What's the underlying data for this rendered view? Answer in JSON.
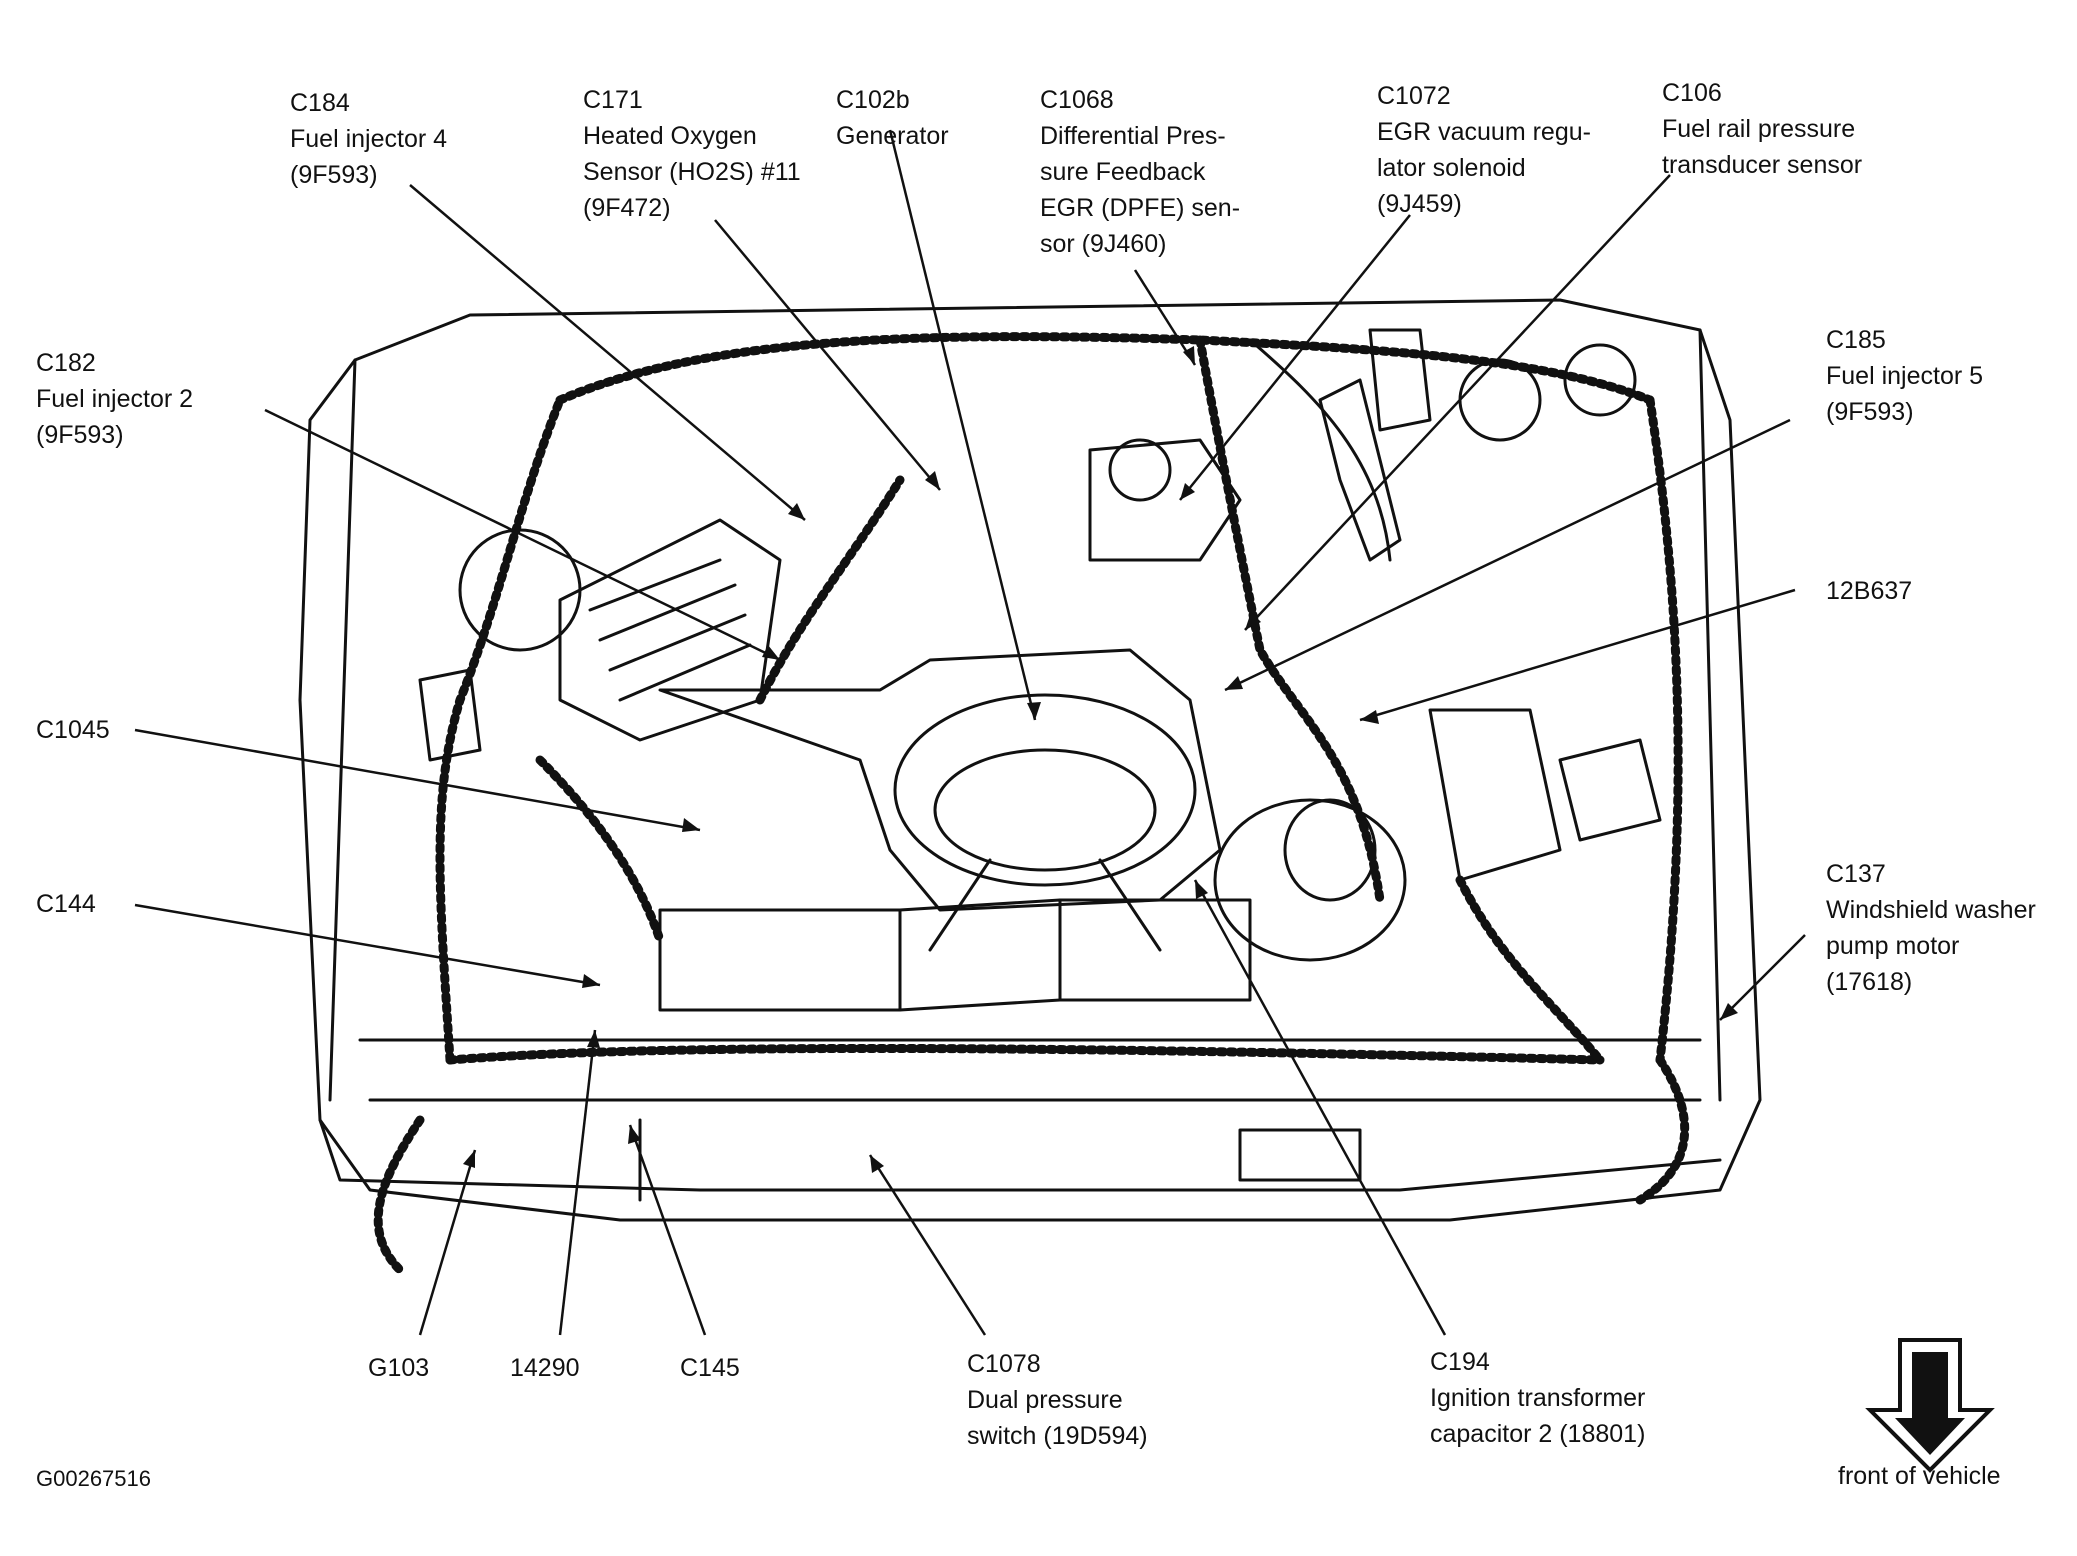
{
  "figure_id": "G00267516",
  "front_label": "front of vehicle",
  "callouts": [
    {
      "id": "c184",
      "lines": [
        "C184",
        "Fuel injector 4",
        "(9F593)"
      ]
    },
    {
      "id": "c171",
      "lines": [
        "C171",
        "Heated Oxygen",
        "Sensor (HO2S) #11",
        "(9F472)"
      ]
    },
    {
      "id": "c102b",
      "lines": [
        "C102b",
        "Generator"
      ]
    },
    {
      "id": "c1068",
      "lines": [
        "C1068",
        "Differential Pres-",
        "sure Feedback",
        "EGR (DPFE) sen-",
        "sor (9J460)"
      ]
    },
    {
      "id": "c1072",
      "lines": [
        "C1072",
        "EGR vacuum regu-",
        "lator solenoid",
        "(9J459)"
      ]
    },
    {
      "id": "c106",
      "lines": [
        "C106",
        "Fuel rail pressure",
        "transducer sensor"
      ]
    },
    {
      "id": "c182",
      "lines": [
        "C182",
        "Fuel injector 2",
        "(9F593)"
      ]
    },
    {
      "id": "c185",
      "lines": [
        "C185",
        "Fuel injector 5",
        "(9F593)"
      ]
    },
    {
      "id": "c12b637",
      "lines": [
        "12B637"
      ]
    },
    {
      "id": "c1045",
      "lines": [
        "C1045"
      ]
    },
    {
      "id": "c137",
      "lines": [
        "C137",
        "Windshield washer",
        "pump motor",
        "(17618)"
      ]
    },
    {
      "id": "c144",
      "lines": [
        "C144"
      ]
    },
    {
      "id": "g103",
      "lines": [
        "G103"
      ]
    },
    {
      "id": "c14290",
      "lines": [
        "14290"
      ]
    },
    {
      "id": "c145",
      "lines": [
        "C145"
      ]
    },
    {
      "id": "c1078",
      "lines": [
        "C1078",
        "Dual pressure",
        "switch (19D594)"
      ]
    },
    {
      "id": "c194",
      "lines": [
        "C194",
        "Ignition transformer",
        "capacitor 2 (18801)"
      ]
    }
  ]
}
